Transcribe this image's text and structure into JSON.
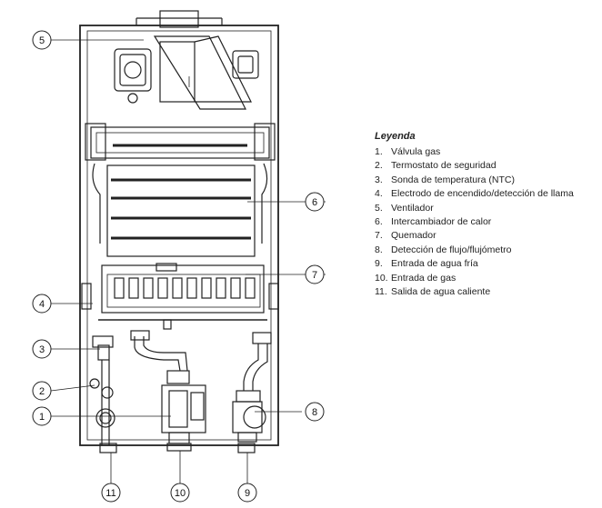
{
  "legend": {
    "title": "Leyenda",
    "items": [
      {
        "num": "1.",
        "label": "Válvula gas"
      },
      {
        "num": "2.",
        "label": "Termostato de seguridad"
      },
      {
        "num": "3.",
        "label": "Sonda de temperatura (NTC)"
      },
      {
        "num": "4.",
        "label": "Electrodo de encendido/detección de llama"
      },
      {
        "num": "5.",
        "label": "Ventilador"
      },
      {
        "num": "6.",
        "label": "Intercambiador de calor"
      },
      {
        "num": "7.",
        "label": "Quemador"
      },
      {
        "num": "8.",
        "label": "Detección de flujo/flujómetro"
      },
      {
        "num": "9.",
        "label": "Entrada de agua fría"
      },
      {
        "num": "10.",
        "label": "Entrada de gas"
      },
      {
        "num": "11.",
        "label": "Salida de agua caliente"
      }
    ]
  },
  "callouts": {
    "c1": "1",
    "c2": "2",
    "c3": "3",
    "c4": "4",
    "c5": "5",
    "c6": "6",
    "c7": "7",
    "c8": "8",
    "c9": "9",
    "c10": "10",
    "c11": "11"
  }
}
